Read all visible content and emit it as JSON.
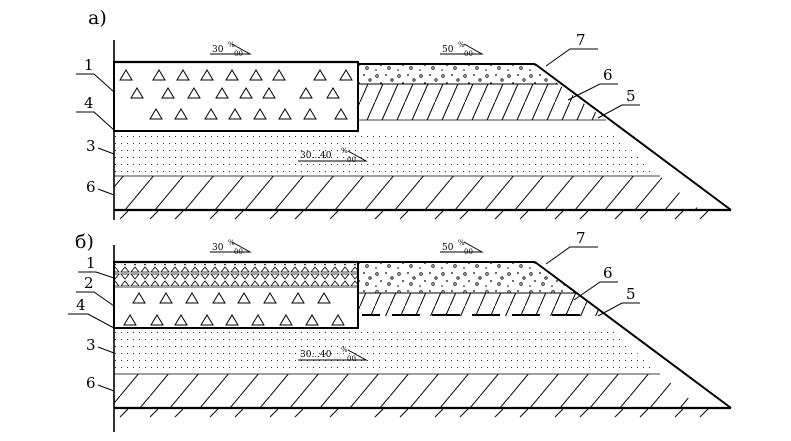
{
  "figure_a": {
    "panel_label": "а)",
    "slope_top_left": "30",
    "slope_top_right": "50",
    "slope_base": "30...40",
    "permille": "%",
    "permille_denominator": "00",
    "labels": {
      "l1": "1",
      "l4": "4",
      "l3": "3",
      "l6_left": "6",
      "l7": "7",
      "l6_right": "6",
      "l5": "5"
    }
  },
  "figure_b": {
    "panel_label": "б)",
    "slope_top_left": "30",
    "slope_top_right": "50",
    "slope_base": "30...40",
    "permille": "%",
    "permille_denominator": "00",
    "labels": {
      "l1": "1",
      "l2": "2",
      "l4": "4",
      "l3": "3",
      "l6_left": "6",
      "l7": "7",
      "l6_right": "6",
      "l5": "5"
    }
  }
}
